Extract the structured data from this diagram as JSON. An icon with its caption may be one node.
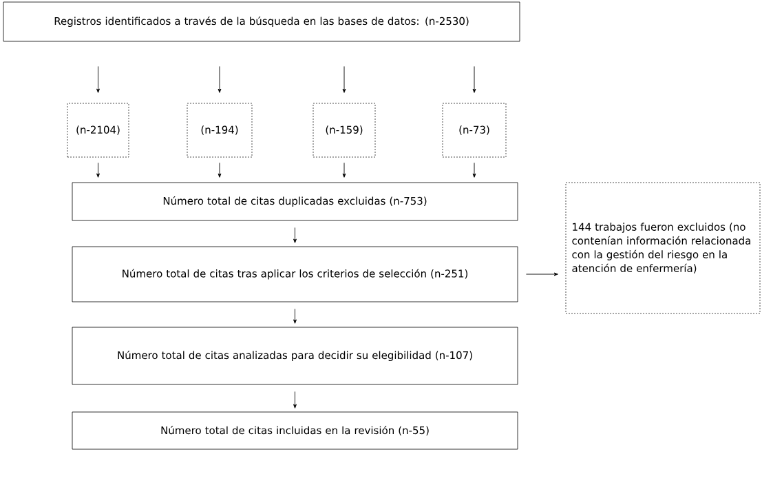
{
  "diagram": {
    "nodes": [
      {
        "text": [
          "Registros identificados a través de la búsqueda en las bases de datos: (n-2530)"
        ]
      },
      {
        "text": [
          "(n-2104)"
        ]
      },
      {
        "text": [
          "(n-194)"
        ]
      },
      {
        "text": [
          "(n-159)"
        ]
      },
      {
        "text": [
          "(n-73)"
        ]
      },
      {
        "text": [
          "Número total de citas duplicadas excluidas (n-753)"
        ]
      },
      {
        "text": [
          "Número total de citas tras aplicar los criterios de selección (n-251)"
        ]
      },
      {
        "text": [
          "144 trabajos fueron excluidos (no contenían información relacionada con la gestión del riesgo en la atención de enfermería)"
        ]
      },
      {
        "text": [
          "Número total de citas analizadas para decidir su elegibilidad (n-107)"
        ]
      },
      {
        "text": [
          "Número total de citas incluidas en la revisión (n-55)"
        ]
      }
    ],
    "edges": [
      {
        "from": 0,
        "to": 1,
        "arrow": "to"
      },
      {
        "from": 0,
        "to": 2,
        "arrow": "to"
      },
      {
        "from": 0,
        "to": 3,
        "arrow": "to"
      },
      {
        "from": 0,
        "to": 4,
        "arrow": "to"
      },
      {
        "from": 1,
        "to": 5,
        "arrow": "to"
      },
      {
        "from": 2,
        "to": 5,
        "arrow": "to"
      },
      {
        "from": 3,
        "to": 5,
        "arrow": "to"
      },
      {
        "from": 4,
        "to": 5,
        "arrow": "to"
      },
      {
        "from": 5,
        "to": 6,
        "arrow": "to"
      },
      {
        "from": 6,
        "to": 7,
        "arrow": "to"
      },
      {
        "from": 6,
        "to": 8,
        "arrow": "to"
      },
      {
        "from": 8,
        "to": 9,
        "arrow": "to"
      }
    ]
  }
}
